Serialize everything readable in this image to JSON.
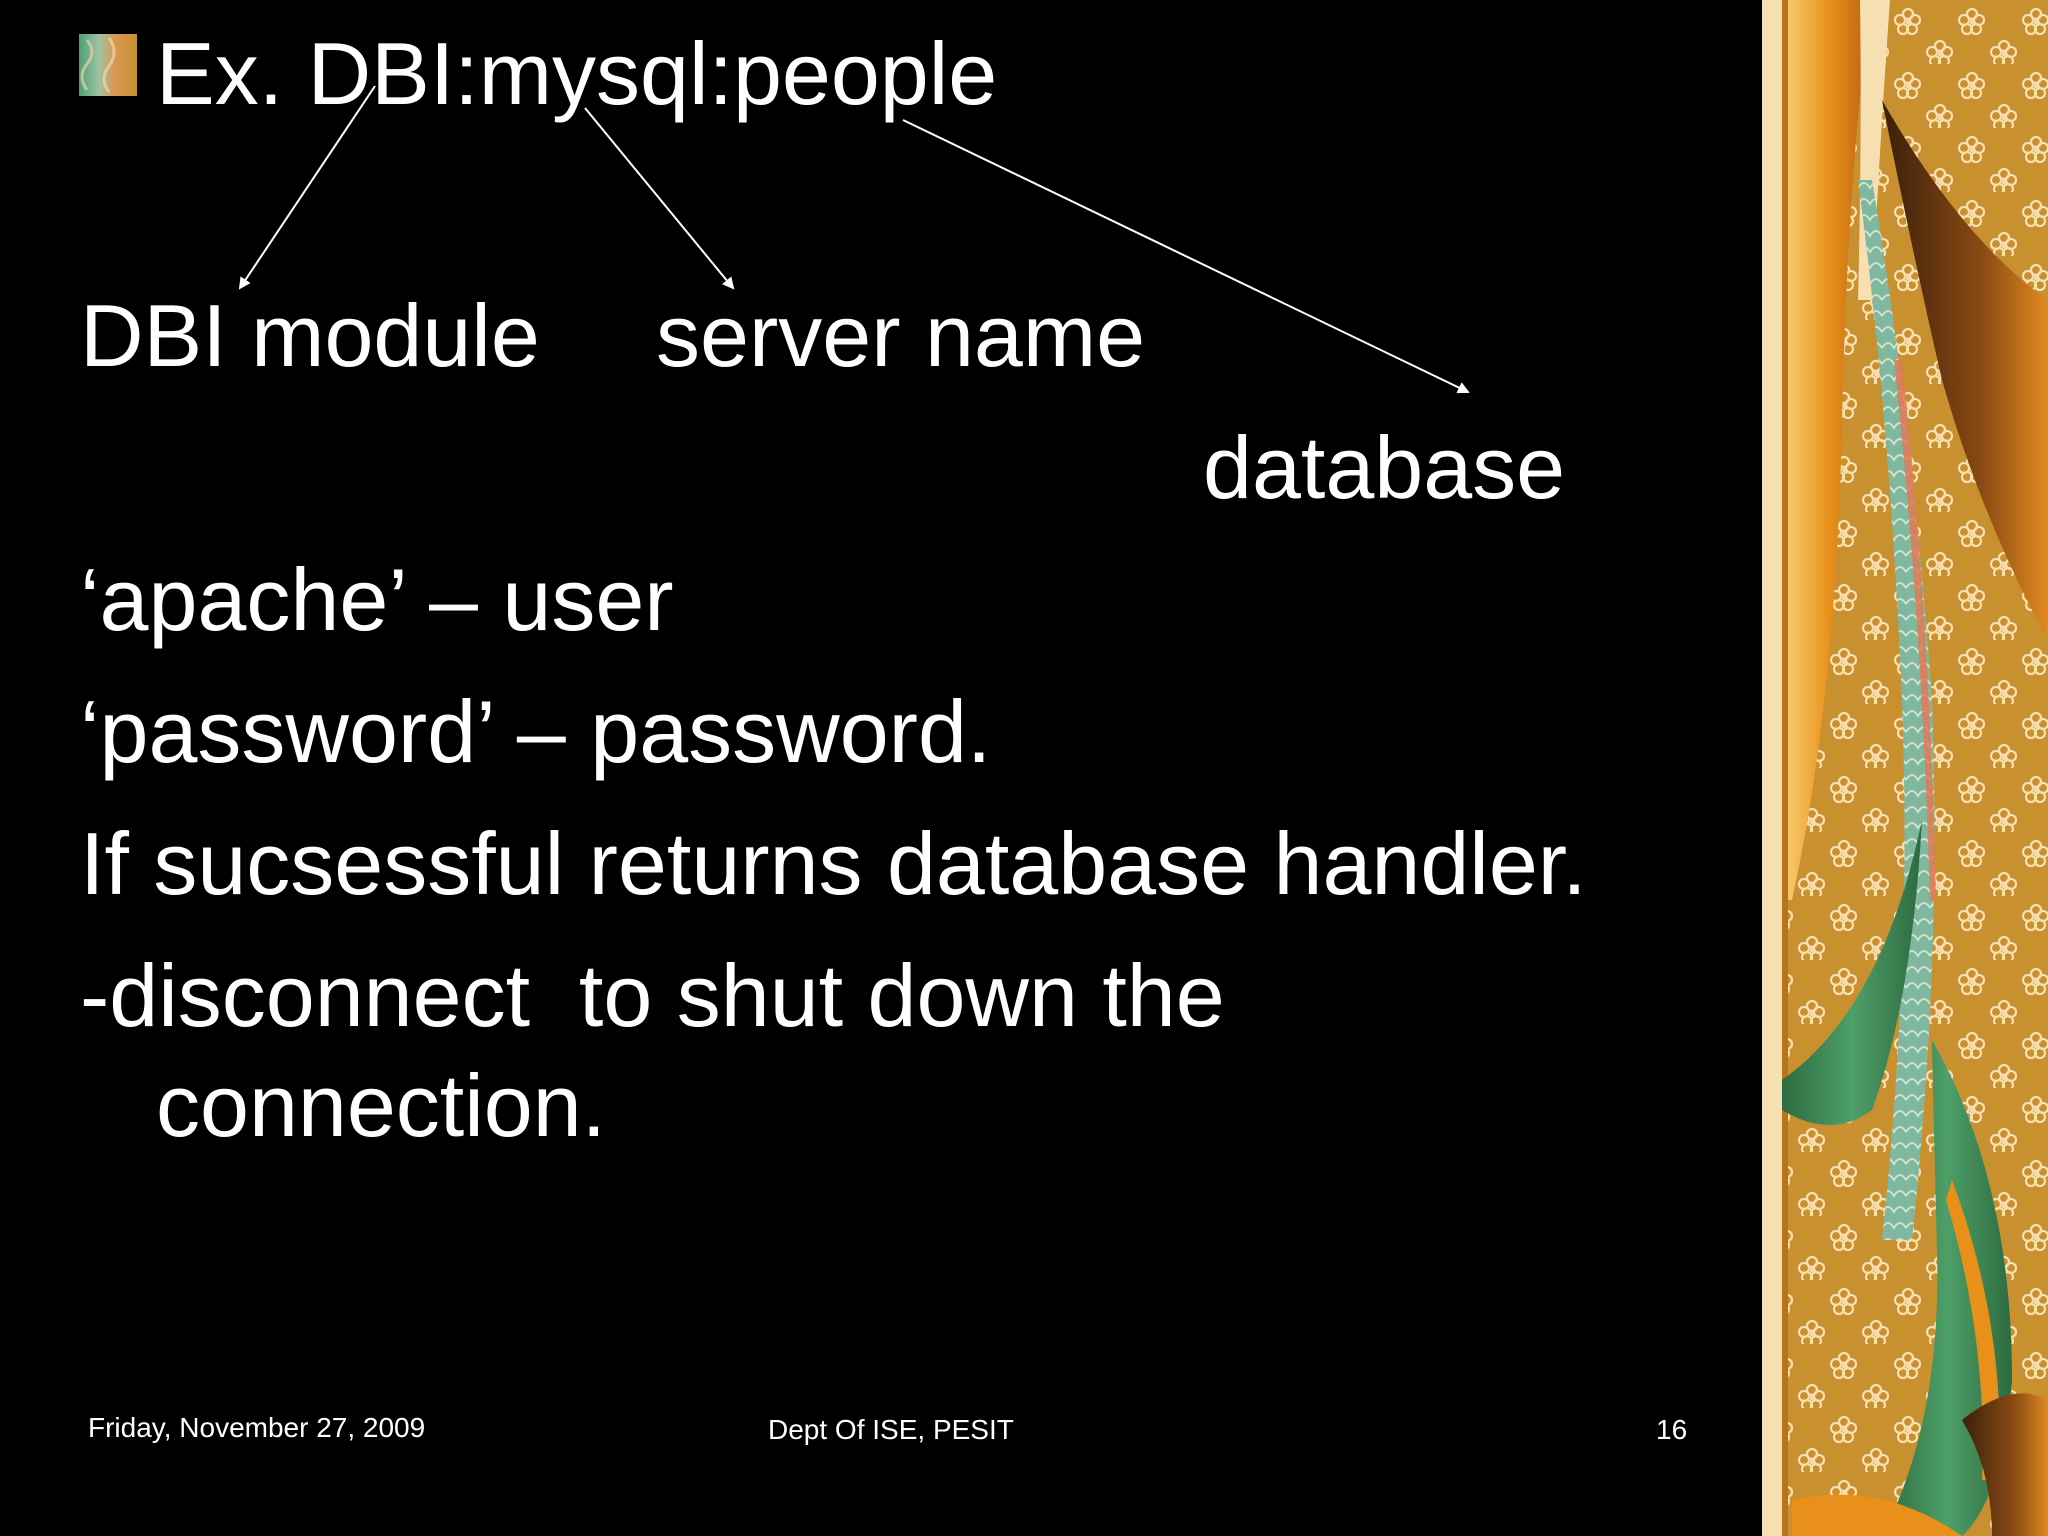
{
  "slide": {
    "title": "Ex. DBI:mysql:people",
    "labels": {
      "dbi_module": "DBI module",
      "server_name": "server name",
      "database": "database"
    },
    "lines": [
      "‘apache’ – user",
      "‘password’ – password.",
      "If sucsessful returns database handler.",
      "-disconnect  to shut down the",
      "connection."
    ]
  },
  "footer": {
    "date": "Friday, November 27, 2009",
    "center": "Dept Of ISE, PESIT",
    "page_number": "16"
  },
  "colors": {
    "background": "#000000",
    "text": "#ffffff",
    "decor_gold": "#c9902f",
    "decor_orange": "#e8901a",
    "decor_green": "#3f8a55",
    "decor_teal": "#7fb7a0",
    "decor_cream": "#f6dfb0"
  },
  "icons": {
    "bullet": "patterned-square-bullet",
    "arrows": "arrow-pointer"
  }
}
